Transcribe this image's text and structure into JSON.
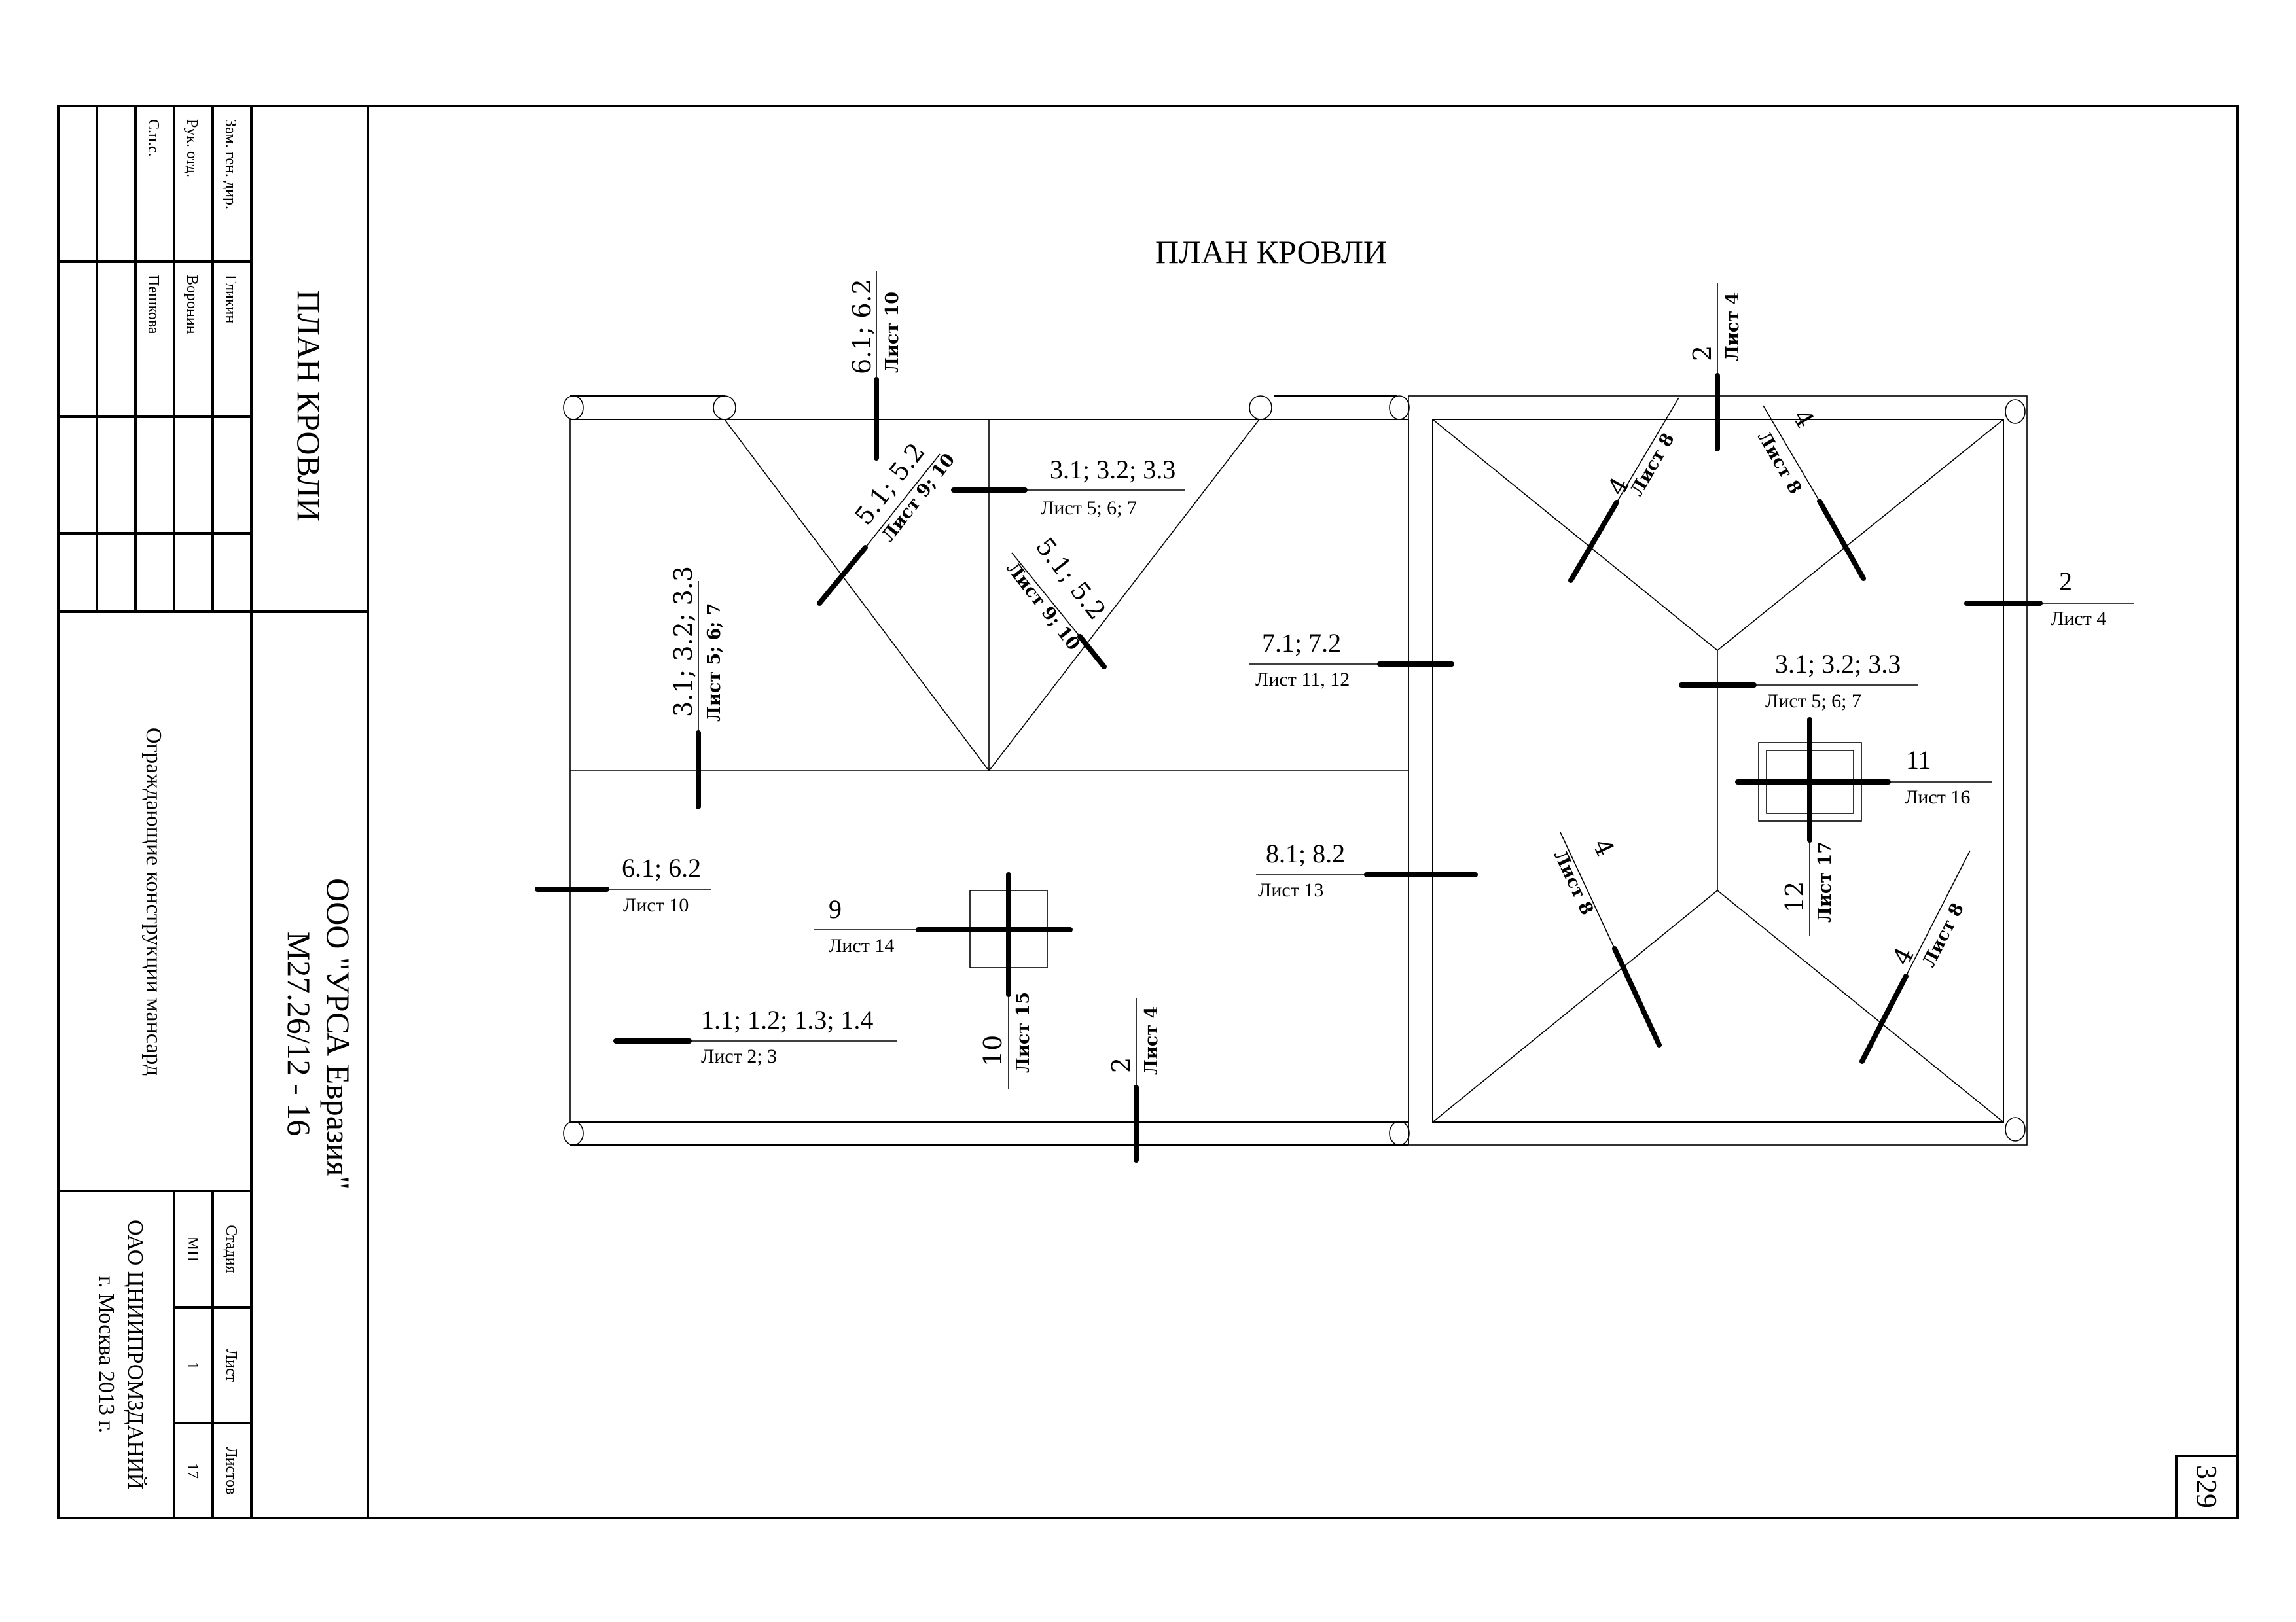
{
  "stamp": {
    "roles": [
      "Зам. ген. дир.",
      "Рук. отд.",
      "С.н.с."
    ],
    "names": [
      "Гликин",
      "Воронин",
      "Пешкова"
    ],
    "sheet_title": "ПЛАН КРОВЛИ",
    "organization": "ООО \"УРСА Евразия\"",
    "project_code": "M27.26/12 - 16",
    "object_name": "Ограждающие конструкции мансард",
    "stage_label": "Стадия",
    "stage_value": "МП",
    "sheet_label": "Лист",
    "sheet_value": "1",
    "sheets_label": "Листов",
    "sheets_value": "17",
    "designer_org": "ОАО ЦНИИПРОМЗДАНИЙ",
    "designer_city_year": "г. Москва 2013 г."
  },
  "page_number": "329",
  "drawing": {
    "title": "ПЛАН КРОВЛИ",
    "callouts": [
      {
        "id": "c-top-6",
        "nodes": "6.1; 6.2",
        "sheet": "Лист 10"
      },
      {
        "id": "c-mid-3",
        "nodes": "3.1; 3.2; 3.3",
        "sheet": "Лист 5; 6; 7"
      },
      {
        "id": "c-diag-5a",
        "nodes": "5.1; 5.2",
        "sheet": "Лист 9; 10"
      },
      {
        "id": "c-diag-5b",
        "nodes": "5.1; 5.2",
        "sheet": "Лист 9; 10"
      },
      {
        "id": "c-left-3",
        "nodes": "3.1; 3.2; 3.3",
        "sheet": "Лист 5; 6; 7"
      },
      {
        "id": "c-7",
        "nodes": "7.1; 7.2",
        "sheet": "Лист 11, 12"
      },
      {
        "id": "c-left-6",
        "nodes": "6.1; 6.2",
        "sheet": "Лист 10"
      },
      {
        "id": "c-9",
        "nodes": "9",
        "sheet": "Лист 14"
      },
      {
        "id": "c-8",
        "nodes": "8.1; 8.2",
        "sheet": "Лист 13"
      },
      {
        "id": "c-1",
        "nodes": "1.1; 1.2; 1.3; 1.4",
        "sheet": "Лист 2; 3"
      },
      {
        "id": "c-10",
        "nodes": "10",
        "sheet": "Лист 15"
      },
      {
        "id": "c-bottom-2",
        "nodes": "2",
        "sheet": "Лист 4"
      },
      {
        "id": "c-top-2",
        "nodes": "2",
        "sheet": "Лист 4"
      },
      {
        "id": "c-4-ul",
        "nodes": "4",
        "sheet": "Лист 8"
      },
      {
        "id": "c-4-ur",
        "nodes": "4",
        "sheet": "Лист 8"
      },
      {
        "id": "c-right-2",
        "nodes": "2",
        "sheet": "Лист 4"
      },
      {
        "id": "c-right-3",
        "nodes": "3.1; 3.2; 3.3",
        "sheet": "Лист 5; 6; 7"
      },
      {
        "id": "c-11",
        "nodes": "11",
        "sheet": "Лист 16"
      },
      {
        "id": "c-12",
        "nodes": "12",
        "sheet": "Лист 17"
      },
      {
        "id": "c-4-ll",
        "nodes": "4",
        "sheet": "Лист 8"
      },
      {
        "id": "c-4-lr",
        "nodes": "4",
        "sheet": "Лист 8"
      }
    ]
  }
}
